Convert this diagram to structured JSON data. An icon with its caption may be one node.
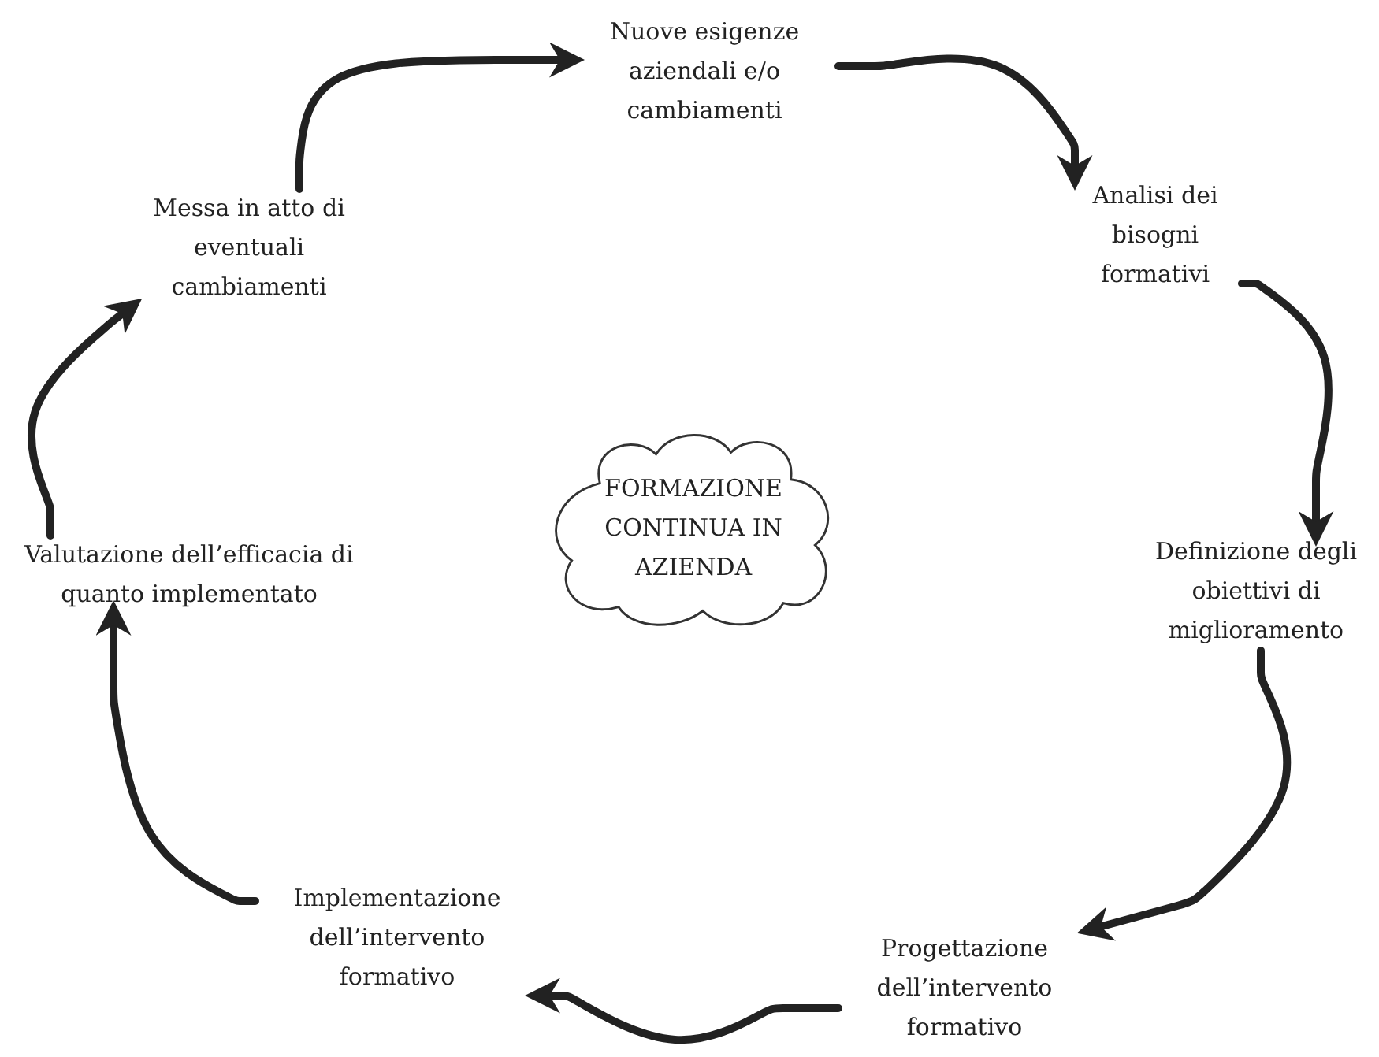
{
  "diagram": {
    "nodes": [
      {
        "text": [
          "Nuove esigenze aziendali e/o cambiamenti"
        ]
      },
      {
        "text": [
          "Analisi dei bisogni formativi"
        ]
      },
      {
        "text": [
          "Definizione degli obiettivi di miglioramento"
        ]
      },
      {
        "text": [
          "Progettazione dell’intervento formativo"
        ]
      },
      {
        "text": [
          "Implementazione dell’intervento formativo"
        ]
      },
      {
        "text": [
          "Valutazione dell’efficacia di quanto implementato"
        ]
      },
      {
        "text": [
          "Messa in atto di eventuali cambiamenti"
        ]
      },
      {
        "text": [
          "FORMAZIONE CONTINUA IN AZIENDA"
        ]
      }
    ],
    "edges": [
      {
        "from": 0,
        "to": 1,
        "arrow": "to"
      },
      {
        "from": 1,
        "to": 2,
        "arrow": "to"
      },
      {
        "from": 2,
        "to": 3,
        "arrow": "to"
      },
      {
        "from": 3,
        "to": 4,
        "arrow": "to"
      },
      {
        "from": 4,
        "to": 5,
        "arrow": "to"
      },
      {
        "from": 5,
        "to": 6,
        "arrow": "to"
      },
      {
        "from": 6,
        "to": 0,
        "arrow": "to"
      }
    ]
  }
}
